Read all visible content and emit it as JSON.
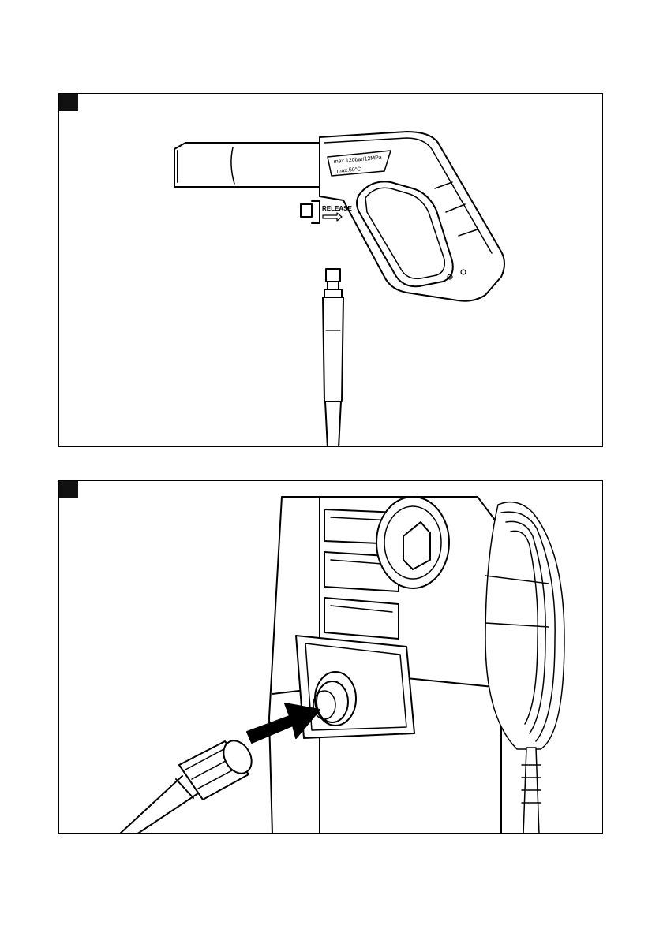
{
  "figure1": {
    "gun_label_pressure": "max.120bar/12MPa",
    "gun_label_temp": "max.50°C",
    "release_label": "RELEASE"
  },
  "figure2": {
    "dial_label_left": "",
    "dial_label_right": ""
  },
  "colors": {
    "line": "#000000",
    "marker": "#111111",
    "arrow": "#000000",
    "background": "#ffffff"
  }
}
